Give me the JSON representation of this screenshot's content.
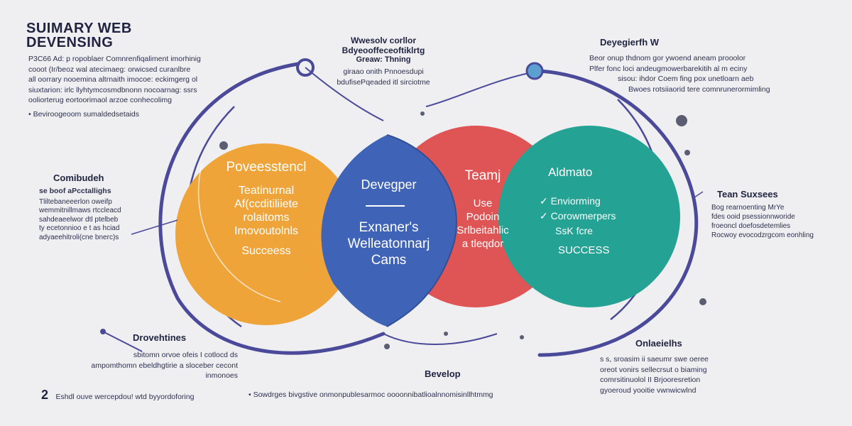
{
  "title": {
    "line1": "SUIMARY WEB",
    "line2": "DEVENSING"
  },
  "top_left": {
    "lines": [
      "P3C66 Ad: p ropoblaer Comnrenfiqaliment imorhinig",
      "cooot (Ir/beoz wal atecimaeg: orwicsed curanlbre",
      "all oorrary nooemina altrnaith imocoe: eckimgerg ol",
      "siuxtarion: irlc llyhtymcosmdbnonn nocoarnag: ssrs",
      "ooliorterug eortoorimaol arzoe conhecolimg"
    ],
    "bullet": "Beviroogeoom sumaldedsetaids"
  },
  "top_center": {
    "head1": "Wwesolv corllor",
    "head2": "Bdyeooffeceoftiklrtg",
    "head3": "Greaw: Thning",
    "lines": [
      "giraao onith Pnnoesdupi",
      "bdufisePqeaded itl sirciotme"
    ]
  },
  "top_right": {
    "head": "Deyegierfh W",
    "lines": [
      "Beor onup thdnom gor ywoend aneam prooolor",
      "Plfer fonc loci andeugmowerbarekitih al m eciny",
      "sisou: ihdor Coem fing pox unetloarn aeb",
      "Bwoes rotsiiaorid tere comnrunerormimling"
    ]
  },
  "left_mid": {
    "head": "Comibudeh",
    "sub": "se boof aPcctallighs",
    "lines": [
      "Tliltebaneeerlon oweifp",
      "wemmitnillmaws rtccleacd",
      "sahdeaeelwor dtl ptelbeb",
      "ty ecetonnioo e t as hciad",
      "adyaeehitroli(cne bnerc)s"
    ]
  },
  "right_mid": {
    "head": "Tean Suxsees",
    "lines": [
      "Bog rearnoenting MrYe",
      "fdes ooid psessionnworide",
      "froeoncl doefosdetemlies",
      "Rocwoy evocodzrgcom eonhling"
    ]
  },
  "bottom_left": {
    "head": "Drovehtines",
    "lines": [
      "sbitomn orvoe ofeis I cotlocd ds",
      "ampomthomn ebeldhgtirie a sloceber cecont",
      "inmonoes"
    ],
    "foot_num": "2",
    "foot_text": "Eshdl ouve wercepdou! wtd byyordoforing"
  },
  "bottom_center": {
    "head": "Bevelop",
    "bullet": "Sowdrges bivgstive onmonpublesarmoc oooonnibatlioalnnomisinllhtmmg"
  },
  "bottom_right": {
    "head": "Onlaeielhs",
    "lines": [
      "s s, sroasim ii saeumr swe oeree",
      "oreot vonirs sellecrsut o biaming",
      "comrsitinuolol II Brjooresretion",
      "gyoeroud yooitie vwnwicwlnd"
    ]
  },
  "circles": {
    "orange": {
      "title": "Poveesstencl",
      "lines": [
        "Teatinurnal",
        "Af(ccditiliiete",
        "rolaitoms",
        "Imovoutolnls"
      ],
      "foot": "Succeess",
      "color": "#efa43a"
    },
    "red": {
      "title": "Teamj",
      "lines": [
        "Use",
        "Podoin",
        "Srlbeitahlic",
        "a tleqdor"
      ],
      "color": "#df5454"
    },
    "blue": {
      "title": "Devegper",
      "lines": [
        "Exnaner's",
        "Welleatonnarj",
        "Cams"
      ],
      "color": "#3f63b6"
    },
    "teal": {
      "title": "Aldmato",
      "checks": [
        "Enviorming",
        "Corowmerpers"
      ],
      "line3": "SsK fcre",
      "foot": "SUCCESS",
      "color": "#24a294"
    }
  },
  "colors": {
    "ring": "#4b4a9a",
    "background": "#efeff1",
    "text": "#2b2f45"
  }
}
